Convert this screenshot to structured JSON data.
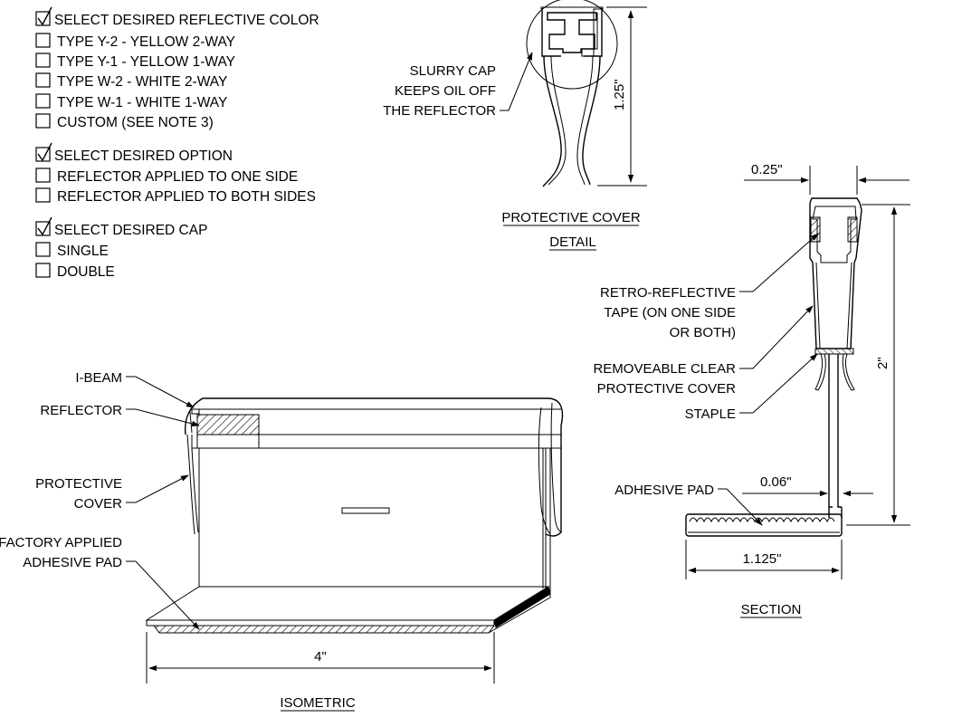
{
  "options": {
    "groups": [
      {
        "header": "SELECT DESIRED REFLECTIVE COLOR",
        "items": [
          "TYPE Y-2 - YELLOW 2-WAY",
          "TYPE Y-1 - YELLOW 1-WAY",
          "TYPE W-2 - WHITE 2-WAY",
          "TYPE W-1 - WHITE 1-WAY",
          "CUSTOM (SEE NOTE 3)"
        ]
      },
      {
        "header": "SELECT DESIRED OPTION",
        "items": [
          "REFLECTOR APPLIED TO ONE SIDE",
          "REFLECTOR APPLIED TO BOTH SIDES"
        ]
      },
      {
        "header": "SELECT DESIRED CAP",
        "items": [
          "SINGLE",
          "DOUBLE"
        ]
      }
    ]
  },
  "detail": {
    "title_line1": "PROTECTIVE COVER",
    "title_line2": "DETAIL",
    "callout": [
      "SLURRY CAP",
      "KEEPS OIL OFF",
      "THE REFLECTOR"
    ],
    "dim_height": "1.25\""
  },
  "section": {
    "title": "SECTION",
    "dim_top_width": "0.25\"",
    "dim_height": "2\"",
    "dim_stem": "0.06\"",
    "dim_base": "1.125\"",
    "labels": {
      "tape": [
        "RETRO-REFLECTIVE",
        "TAPE (ON ONE SIDE",
        "OR BOTH)"
      ],
      "cover": [
        "REMOVEABLE CLEAR",
        "PROTECTIVE COVER"
      ],
      "staple": "STAPLE",
      "pad": "ADHESIVE PAD"
    }
  },
  "isometric": {
    "title": "ISOMETRIC",
    "dim_width": "4\"",
    "labels": {
      "ibeam": "I-BEAM",
      "reflector": "REFLECTOR",
      "cover": [
        "PROTECTIVE",
        "COVER"
      ],
      "pad": [
        "FACTORY APPLIED",
        "ADHESIVE PAD"
      ]
    }
  }
}
